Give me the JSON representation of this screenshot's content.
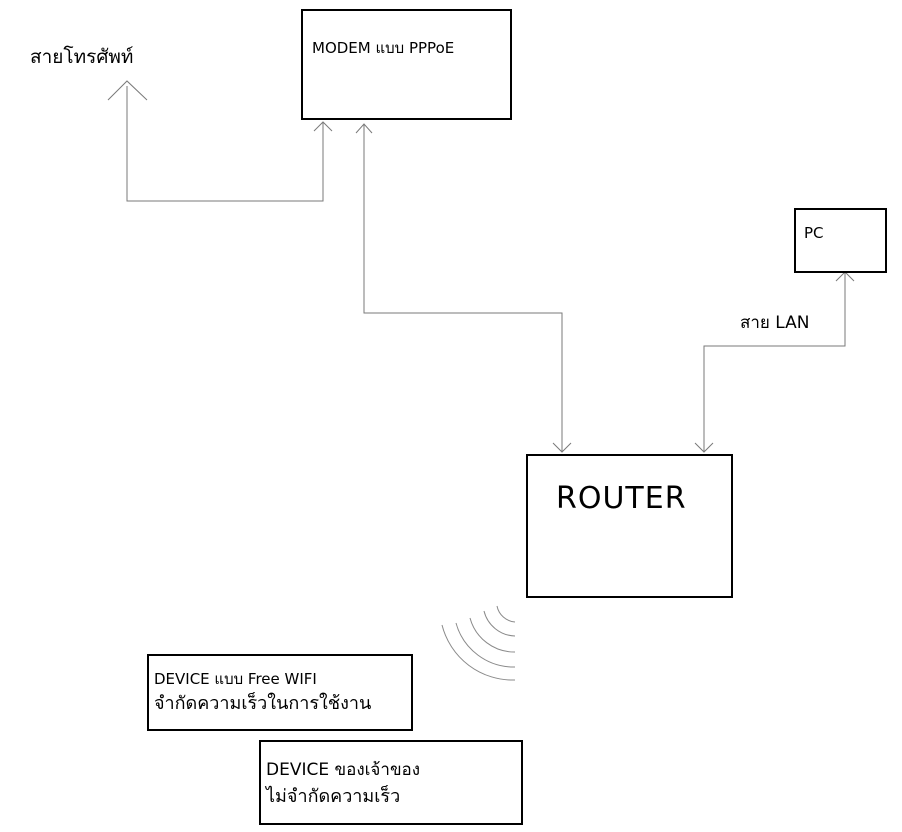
{
  "colors": {
    "stroke": "#000000",
    "wire": "#7a7a7a",
    "background": "#ffffff"
  },
  "phone_line_label": "สายโทรศัพท์",
  "modem": {
    "label": "MODEM แบบ PPPoE"
  },
  "pc": {
    "label": "PC"
  },
  "lan_label": "สาย LAN",
  "router": {
    "label": "ROUTER"
  },
  "wifi_signal_icon": "wifi-waves-icon",
  "free_wifi_device": {
    "line1": "DEVICE แบบ Free WIFI",
    "line2": "จำกัดความเร็วในการใช้งาน"
  },
  "owner_device": {
    "line1": "DEVICE ของเจ้าของ",
    "line2": "ไม่จำกัดความเร็ว"
  }
}
